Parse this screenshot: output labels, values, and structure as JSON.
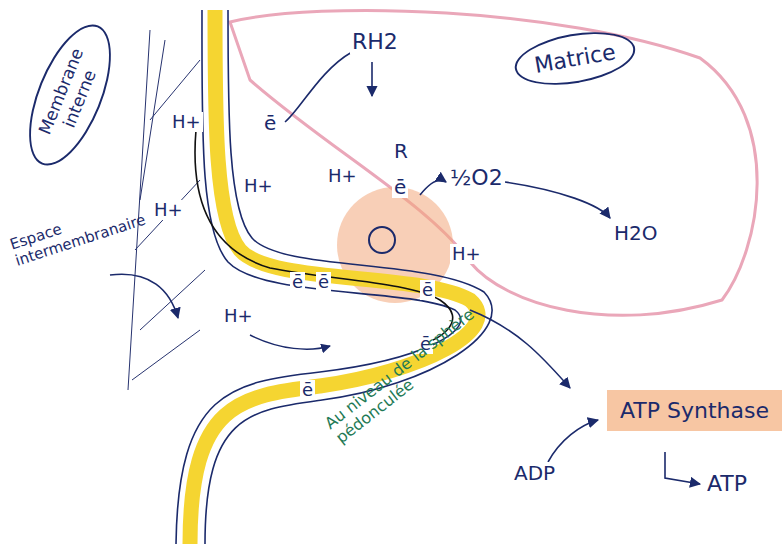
{
  "diagram": {
    "nodes": [
      {
        "text": [
          "Membrane interne"
        ]
      },
      {
        "text": [
          "Matrice"
        ]
      },
      {
        "text": [
          "ATP Synthase"
        ]
      }
    ],
    "labels": [
      "RH2",
      "ē",
      "R",
      "ē",
      "½O2",
      "H2O",
      "H+",
      "H+",
      "H+",
      "H+",
      "H+",
      "H+",
      "ē",
      "ē",
      "ē",
      "ē",
      "ē",
      "Espace intermembranaire",
      "Au niveau de la sphère pédonculée",
      "ADP",
      "ATP"
    ]
  }
}
